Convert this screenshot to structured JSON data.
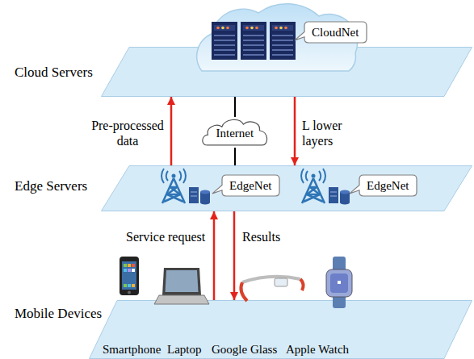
{
  "diagram": {
    "nodes": [
      {
        "text": [
          "Cloud Servers"
        ]
      },
      {
        "text": [
          "CloudNet"
        ]
      },
      {
        "text": [
          "Internet"
        ]
      },
      {
        "text": [
          "Edge Servers"
        ]
      },
      {
        "text": [
          "EdgeNet"
        ],
        "in": 3
      },
      {
        "text": [
          "EdgeNet"
        ],
        "in": 3
      },
      {
        "text": [
          "Mobile Devices"
        ]
      }
    ],
    "edges": [
      {
        "from": 3,
        "to": 0,
        "arrow": "to",
        "label": "Pre-processed data"
      },
      {
        "from": 0,
        "to": 3,
        "arrow": "to",
        "label": "L lower layers"
      },
      {
        "from": 0,
        "to": 2,
        "arrow": "none"
      },
      {
        "from": 2,
        "to": 3,
        "arrow": "none"
      },
      {
        "from": 6,
        "to": 3,
        "arrow": "to",
        "label": "Service request"
      },
      {
        "from": 3,
        "to": 6,
        "arrow": "to",
        "label": "Results"
      }
    ],
    "labels": [
      "Smartphone",
      "Laptop",
      "Google Glass",
      "Apple Watch"
    ]
  }
}
